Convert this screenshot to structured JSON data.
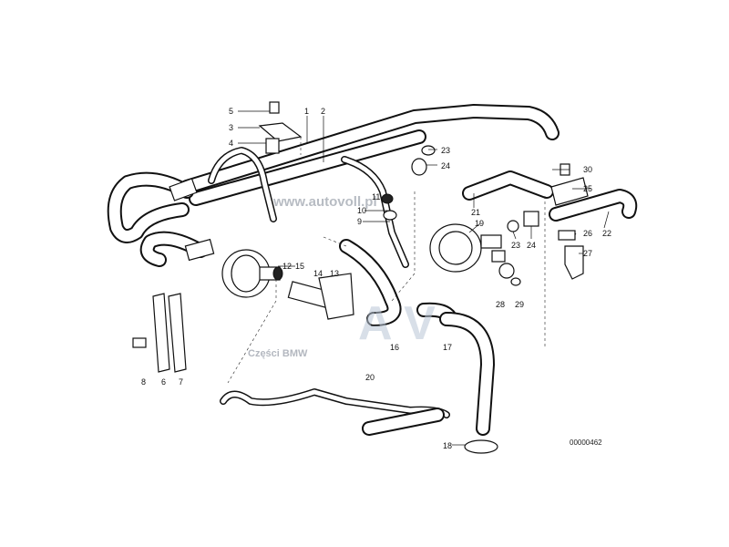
{
  "diagram": {
    "watermark_url": "www.autovoll.pl",
    "watermark_caption": "Części BMW",
    "watermark_logo": "A V",
    "drawing_code": "00000462",
    "part_labels": [
      "1",
      "2",
      "3",
      "4",
      "5",
      "6",
      "7",
      "8",
      "9",
      "10",
      "11",
      "12",
      "13",
      "14",
      "15",
      "16",
      "17",
      "18",
      "19",
      "20",
      "21",
      "22",
      "23",
      "23",
      "24",
      "24",
      "25",
      "26",
      "27",
      "28",
      "29",
      "30"
    ]
  }
}
